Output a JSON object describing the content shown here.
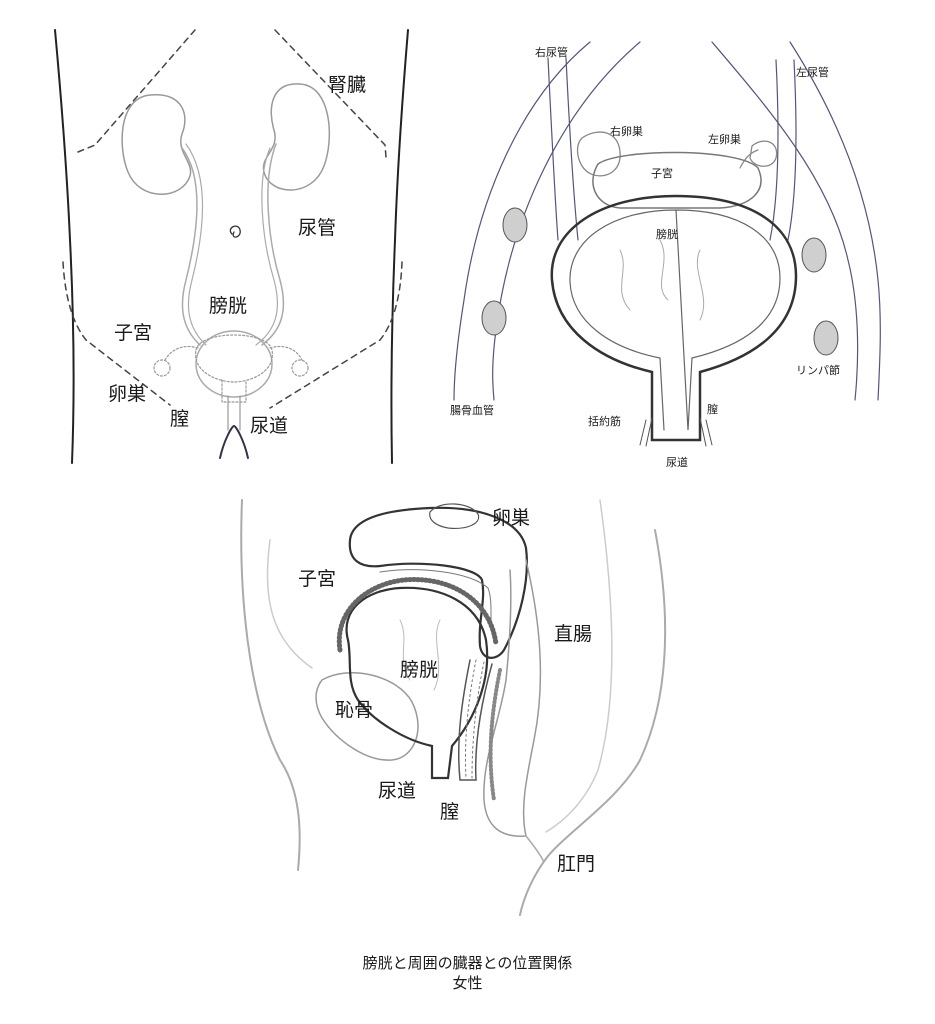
{
  "front_view": {
    "labels": {
      "kidney": "腎臓",
      "ureter": "尿管",
      "bladder": "膀胱",
      "uterus": "子宮",
      "ovary": "卵巣",
      "vagina": "膣",
      "urethra": "尿道"
    }
  },
  "pelvis_view": {
    "labels": {
      "right_ureter": "右尿管",
      "left_ureter": "左尿管",
      "right_ovary": "右卵巣",
      "left_ovary": "左卵巣",
      "uterus": "子宮",
      "bladder": "膀胱",
      "lymph_node": "リンパ節",
      "iliac_vessel": "腸骨血管",
      "sphincter": "括約筋",
      "vagina": "膣",
      "urethra": "尿道"
    }
  },
  "side_view": {
    "labels": {
      "ovary": "卵巣",
      "uterus": "子宮",
      "rectum": "直腸",
      "bladder": "膀胱",
      "pubic_bone": "恥骨",
      "urethra": "尿道",
      "vagina": "膣",
      "anus": "肛門"
    }
  },
  "caption": {
    "line1": "膀胱と周囲の臓器との位置関係",
    "line2": "女性"
  }
}
